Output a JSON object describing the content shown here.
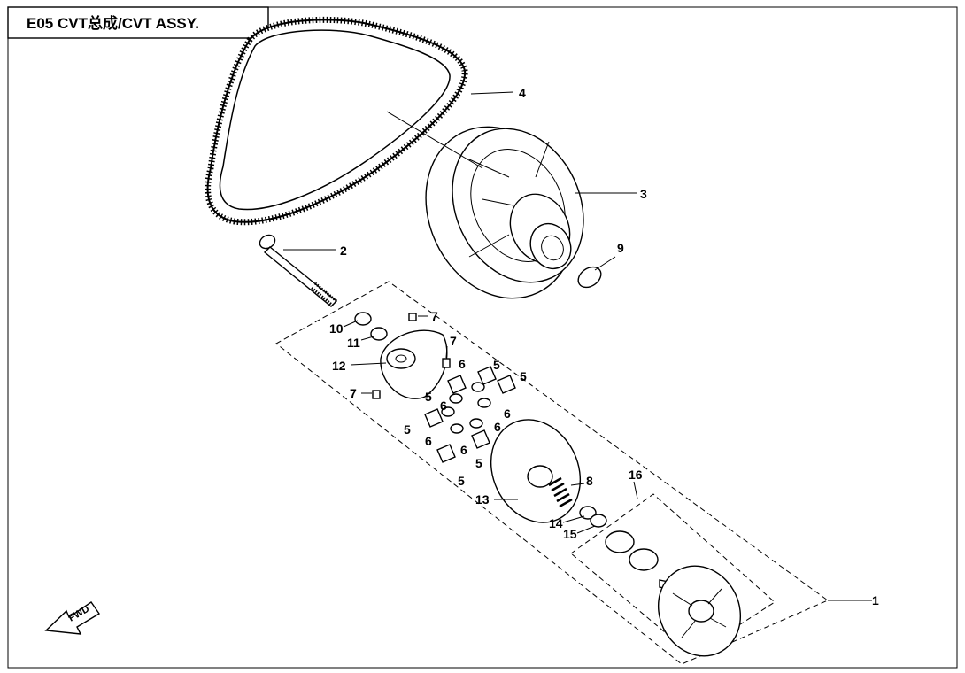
{
  "title": "E05  CVT总成/CVT ASSY.",
  "fwd_label": "FWD",
  "callouts": {
    "c1": "1",
    "c2": "2",
    "c3": "3",
    "c4": "4",
    "c9": "9",
    "c7a": "7",
    "c7b": "7",
    "c7c": "7",
    "c10": "10",
    "c11": "11",
    "c12": "12",
    "c5a": "5",
    "c5b": "5",
    "c5c": "5",
    "c5d": "5",
    "c5e": "5",
    "c5f": "5",
    "c6a": "6",
    "c6b": "6",
    "c6c": "6",
    "c6d": "6",
    "c6e": "6",
    "c6f": "6",
    "c8": "8",
    "c13": "13",
    "c14": "14",
    "c15": "15",
    "c16": "16"
  }
}
